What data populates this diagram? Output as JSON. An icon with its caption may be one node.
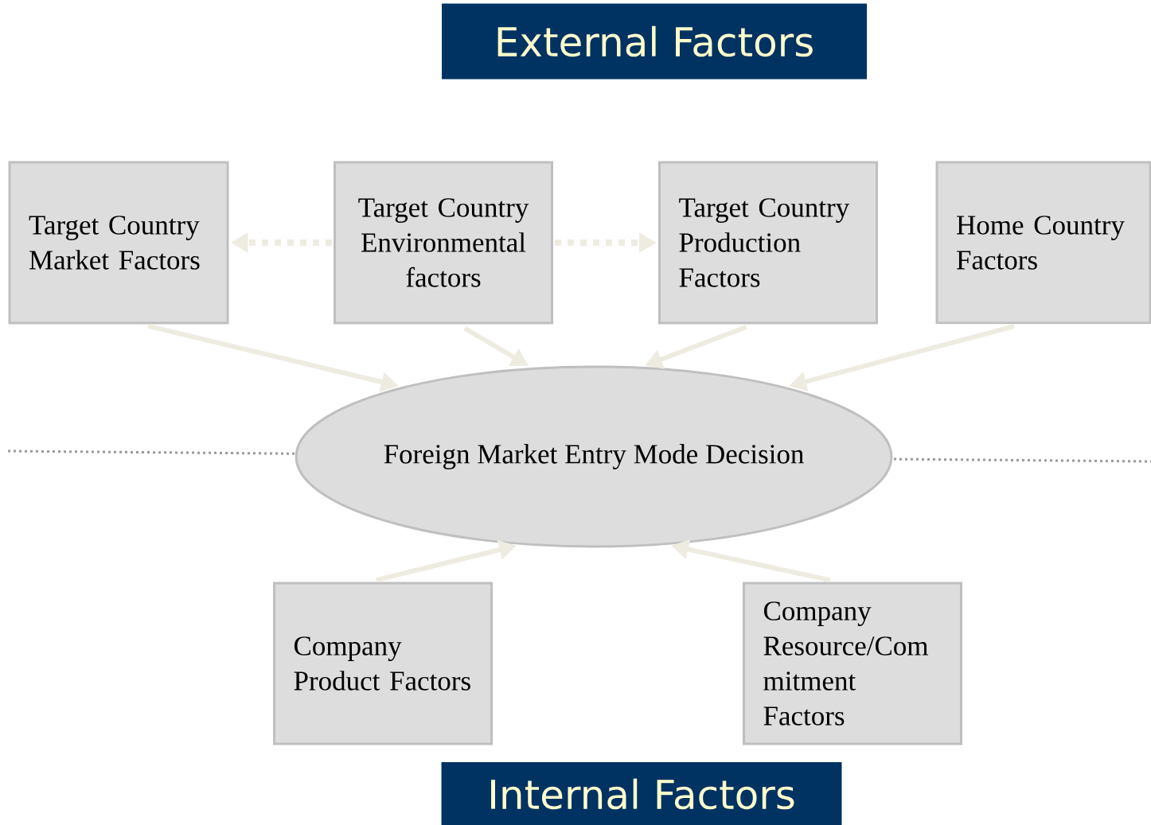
{
  "diagram": {
    "nodes": [
      {
        "text": [
          "External Factors"
        ]
      },
      {
        "text": [
          "Target Country Market Factors"
        ]
      },
      {
        "text": [
          "Target Country Environmental factors"
        ]
      },
      {
        "text": [
          "Target Country Production Factors"
        ]
      },
      {
        "text": [
          "Home Country Factors"
        ]
      },
      {
        "text": [
          "Foreign Market Entry Mode Decision"
        ]
      },
      {
        "text": [
          "Company Product Factors"
        ]
      },
      {
        "text": [
          "Company Resource/Com mitment Factors"
        ]
      },
      {
        "text": [
          "Internal Factors"
        ]
      }
    ],
    "edges": [
      {
        "from": 2,
        "to": 1,
        "arrow": "to",
        "style": "dashed"
      },
      {
        "from": 2,
        "to": 3,
        "arrow": "to",
        "style": "dashed"
      },
      {
        "from": 1,
        "to": 5,
        "arrow": "to"
      },
      {
        "from": 2,
        "to": 5,
        "arrow": "to"
      },
      {
        "from": 3,
        "to": 5,
        "arrow": "to"
      },
      {
        "from": 4,
        "to": 5,
        "arrow": "to"
      },
      {
        "from": 6,
        "to": 5,
        "arrow": "to"
      },
      {
        "from": 7,
        "to": 5,
        "arrow": "to"
      }
    ]
  }
}
